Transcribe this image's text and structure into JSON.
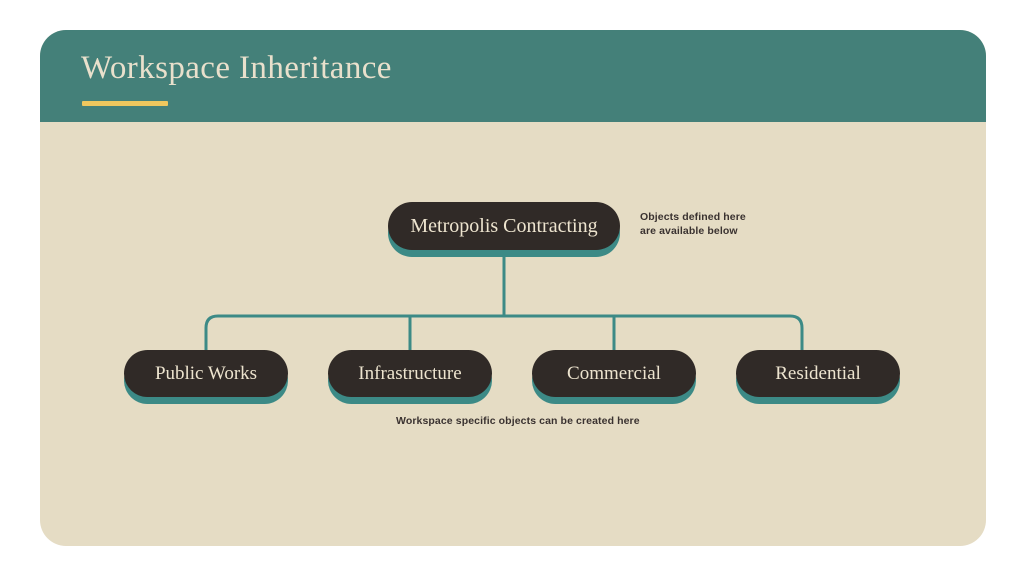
{
  "slide": {
    "title": "Workspace Inheritance",
    "colors": {
      "header_teal": "#448079",
      "body_cream": "#E5DCC4",
      "accent_yellow": "#EFC75E",
      "node_dark": "#302A27",
      "node_shadow_teal": "#3C8A86",
      "node_text": "#EDE4CF",
      "annotation_text": "#3A3230",
      "page_background": "#FFFFFF"
    }
  },
  "diagram": {
    "root": {
      "label": "Metropolis Contracting",
      "annotation_line_1": "Objects defined here",
      "annotation_line_2": "are available below"
    },
    "children": [
      {
        "label": "Public Works"
      },
      {
        "label": "Infrastructure"
      },
      {
        "label": "Commercial"
      },
      {
        "label": "Residential"
      }
    ],
    "bottom_caption": "Workspace specific objects can be created here"
  }
}
